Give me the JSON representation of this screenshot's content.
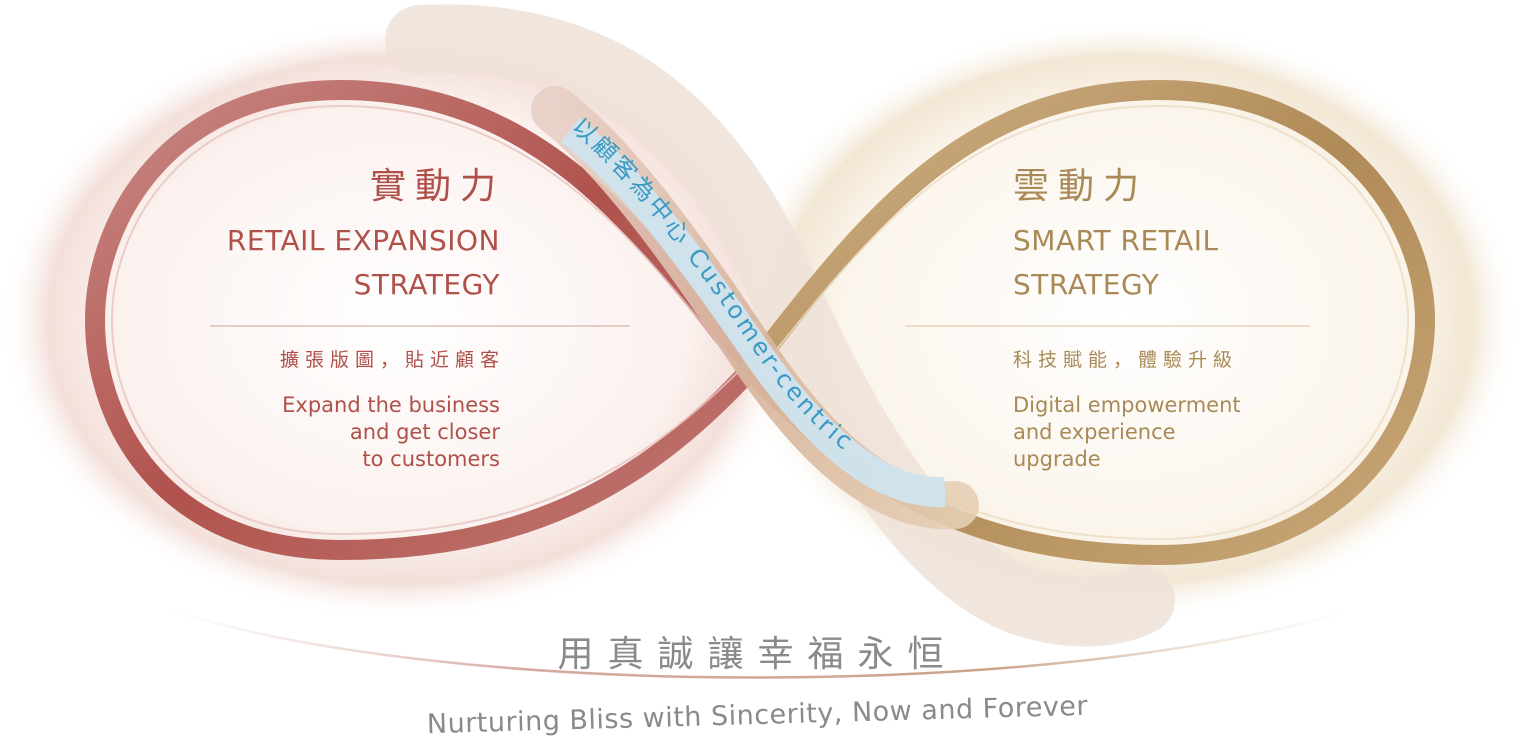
{
  "left": {
    "title_zh": "實動力",
    "title_en_line1": "RETAIL EXPANSION",
    "title_en_line2": "STRATEGY",
    "sub_zh": "擴張版圖，貼近顧客",
    "sub_en_line1": "Expand the business",
    "sub_en_line2": "and get closer",
    "sub_en_line3": "to customers",
    "color": "#b05a55"
  },
  "right": {
    "title_zh": "雲動力",
    "title_en_line1": "SMART RETAIL",
    "title_en_line2": "STRATEGY",
    "sub_zh": "科技賦能，體驗升級",
    "sub_en_line1": "Digital empowerment",
    "sub_en_line2": "and experience",
    "sub_en_line3": "upgrade",
    "color": "#b8976a"
  },
  "center": {
    "label": "以顧客為中心 Customer-centric",
    "color": "#3a9ac4"
  },
  "footer": {
    "slogan_zh": "用真誠讓幸福永恒",
    "slogan_en": "Nurturing Bliss with Sincerity, Now and Forever"
  }
}
